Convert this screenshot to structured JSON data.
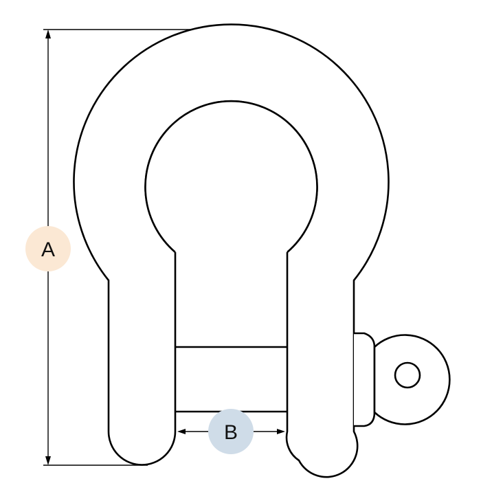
{
  "diagram": {
    "label_height": "A",
    "label_inner_width": "B",
    "colors": {
      "stroke": "#000000",
      "badge_a": "#fbe8d4",
      "badge_b": "#cfdce8",
      "background": "#ffffff"
    },
    "parts": [
      "bow",
      "shackle-pin",
      "pin-eye",
      "cross-bar"
    ]
  }
}
